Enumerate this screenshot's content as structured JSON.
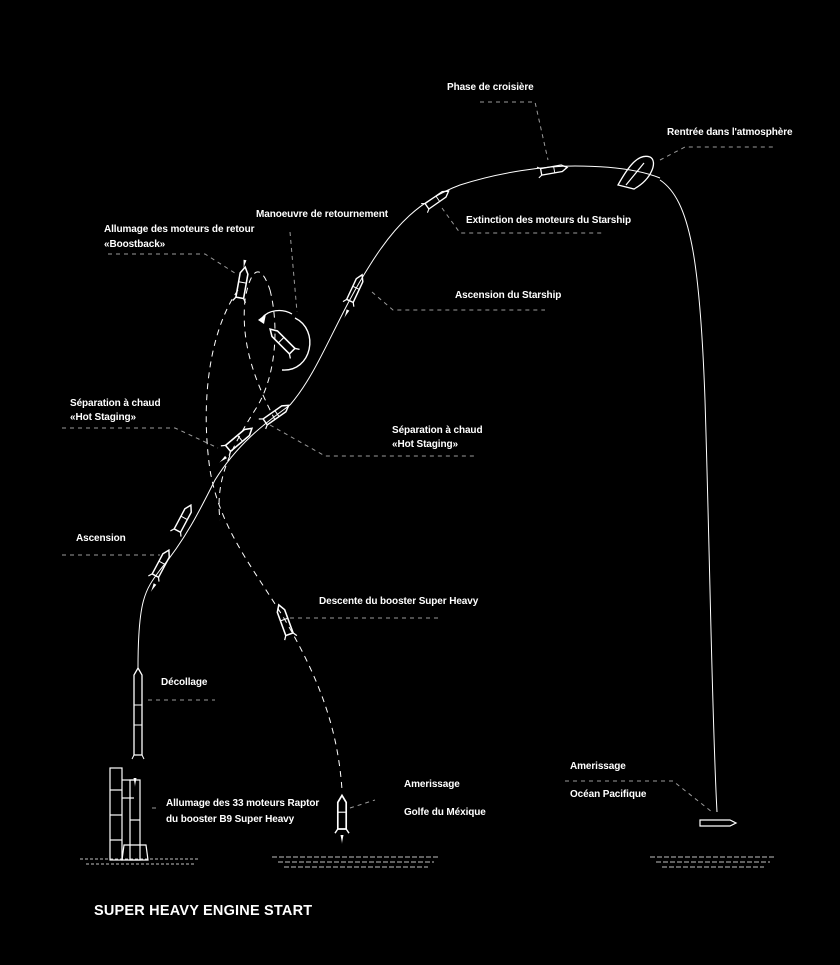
{
  "labels": {
    "cruise": "Phase de croisière",
    "reentry": "Rentrée dans l'atmosphère",
    "flip": "Manoeuvre de retournement",
    "boostback_1": "Allumage des moteurs de retour",
    "boostback_2": "«Boostback»",
    "ses_cutoff": "Extinction des moteurs du Starship",
    "starship_ascent": "Ascension du Starship",
    "hot_staging_left_1": "Séparation à chaud",
    "hot_staging_left_2": "«Hot Staging»",
    "hot_staging_right_1": "Séparation à chaud",
    "hot_staging_right_2": "«Hot Staging»",
    "ascent": "Ascension",
    "booster_descent": "Descente du booster Super Heavy",
    "liftoff": "Décollage",
    "engine_start_1": "Allumage des 33 moteurs Raptor",
    "engine_start_2": "du booster B9 Super Heavy",
    "splashdown_booster_1": "Amerissage",
    "splashdown_booster_2": "Golfe du Méxique",
    "splashdown_ship_1": "Amerissage",
    "splashdown_ship_2": "Océan Pacifique"
  },
  "caption": "SUPER HEAVY ENGINE START",
  "colors": {
    "background": "#000000",
    "line": "#ffffff",
    "leader": "#9a9a9a"
  }
}
